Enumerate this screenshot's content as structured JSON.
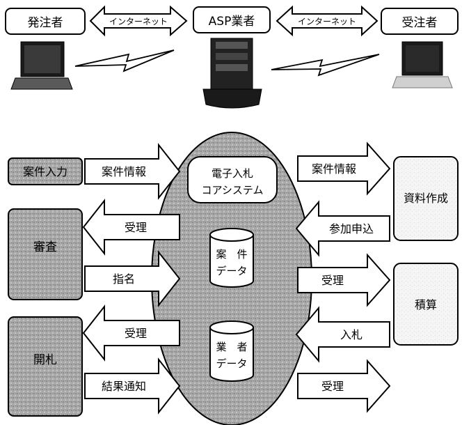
{
  "top": {
    "orderer": "発注者",
    "asp": "ASP業者",
    "contractor": "受注者",
    "internet_left": "インターネット",
    "internet_right": "インターネット"
  },
  "left": {
    "case_input": "案件入力",
    "review": "審査",
    "opening": "開札"
  },
  "right": {
    "doc_creation": "資料作成",
    "estimate": "積算"
  },
  "center": {
    "core_line1": "電子入札",
    "core_line2": "コアシステム",
    "case_db_line1": "案　件",
    "case_db_line2": "データ",
    "vendor_db_line1": "業　者",
    "vendor_db_line2": "データ"
  },
  "arrows": {
    "left_case_info": "案件情報",
    "left_accept_1": "受理",
    "left_nominate": "指名",
    "left_accept_2": "受理",
    "left_result": "結果通知",
    "right_case_info": "案件情報",
    "right_apply": "参加申込",
    "right_accept_1": "受理",
    "right_bid": "入札",
    "right_accept_2": "受理"
  },
  "colors": {
    "panel_gray": "#9a9a9a",
    "ellipse_gray": "#a8a8a8",
    "light_box": "#f4f4f4",
    "stroke": "#000000"
  }
}
